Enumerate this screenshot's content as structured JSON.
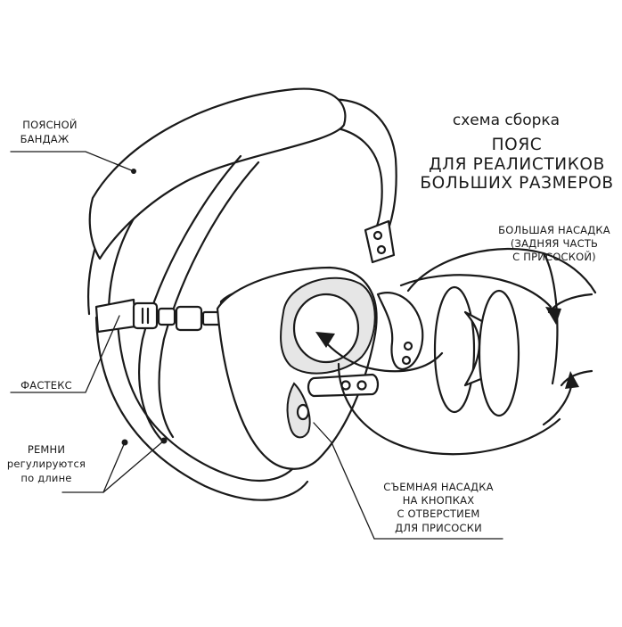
{
  "title": {
    "line1": "схема сборка",
    "line2": "ПОЯС",
    "line3": "ДЛЯ РЕАЛИСТИКОВ",
    "line4": "БОЛЬШИХ РАЗМЕРОВ"
  },
  "labels": {
    "waist_bandage": {
      "line1": "ПОЯСНОЙ",
      "line2": "БАНДАЖ"
    },
    "fastex": {
      "line1": "ФАСТЕКС"
    },
    "straps": {
      "line1": "РЕМНИ",
      "line2": "регулируются",
      "line3": "по длине"
    },
    "big_attachment": {
      "line1": "БОЛЬШАЯ НАСАДКА",
      "line2": "(ЗАДНЯЯ ЧАСТЬ",
      "line3": "С ПРИСОСКОЙ)"
    },
    "removable_attachment": {
      "line1": "СЪЕМНАЯ НАСАДКА",
      "line2": "НА КНОПКАХ",
      "line3": "С ОТВЕРСТИЕМ",
      "line4": "ДЛЯ ПРИСОСКИ"
    }
  },
  "colors": {
    "ink": "#1a1a1a",
    "accent_grey": "#e6e6e6",
    "background": "#ffffff"
  }
}
